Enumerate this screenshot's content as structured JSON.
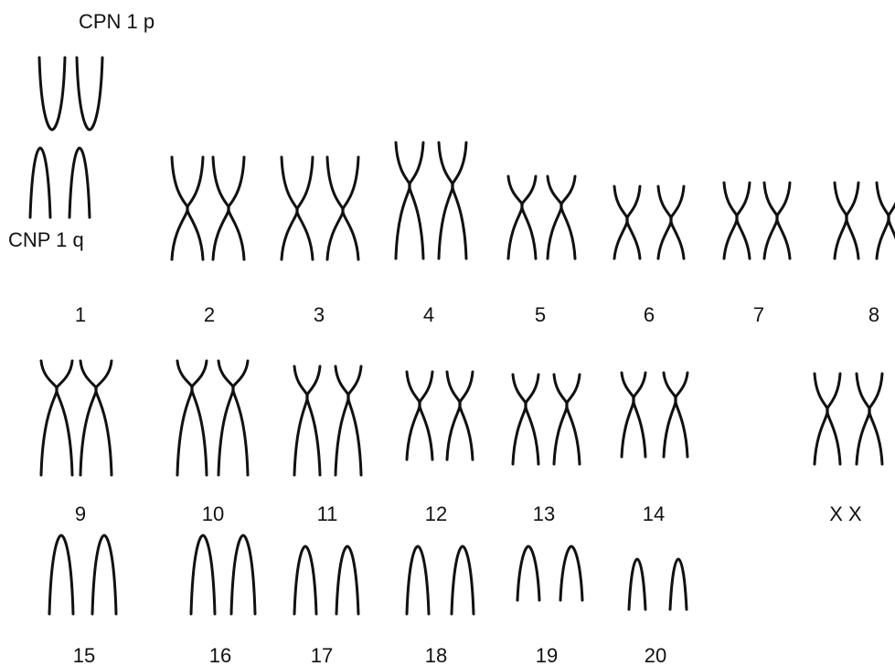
{
  "arm_labels": {
    "p_arm": "CPN 1 p",
    "q_arm": "CNP 1 q"
  },
  "chromosome_labels": [
    "1",
    "2",
    "3",
    "4",
    "5",
    "6",
    "7",
    "8",
    "9",
    "10",
    "11",
    "12",
    "13",
    "14",
    "X X",
    "15",
    "16",
    "17",
    "18",
    "19",
    "20"
  ],
  "colors": {
    "stroke": "#111111",
    "corner_decoration": "#e7cbb1"
  }
}
